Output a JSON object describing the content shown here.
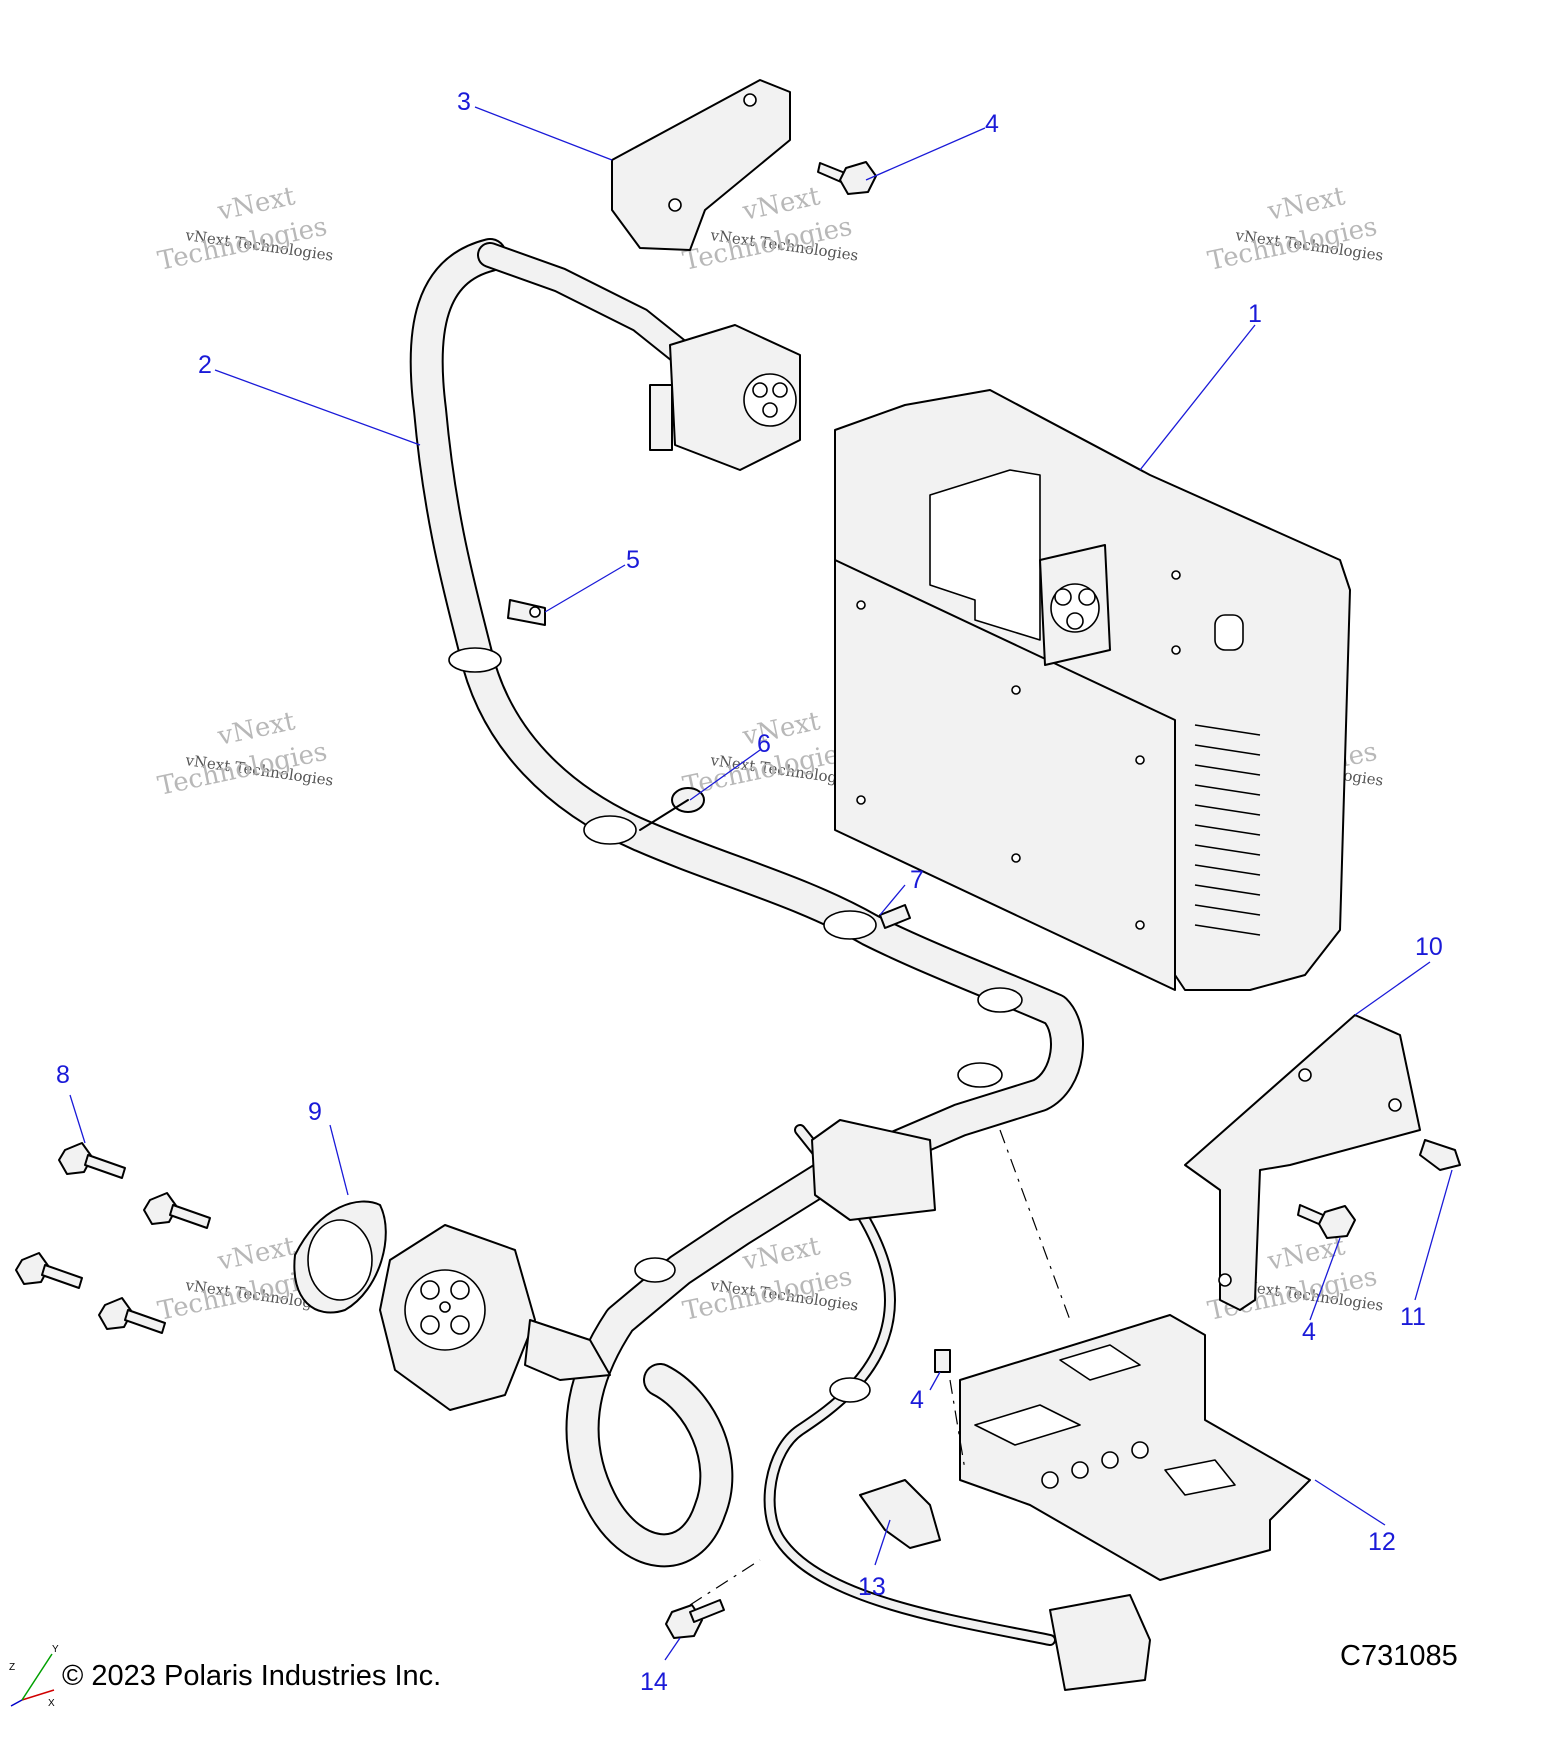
{
  "callouts": [
    {
      "id": "c1",
      "text": "1"
    },
    {
      "id": "c2",
      "text": "2"
    },
    {
      "id": "c3",
      "text": "3"
    },
    {
      "id": "c4a",
      "text": "4"
    },
    {
      "id": "c4b",
      "text": "4"
    },
    {
      "id": "c4c",
      "text": "4"
    },
    {
      "id": "c5",
      "text": "5"
    },
    {
      "id": "c6",
      "text": "6"
    },
    {
      "id": "c7",
      "text": "7"
    },
    {
      "id": "c8",
      "text": "8"
    },
    {
      "id": "c9",
      "text": "9"
    },
    {
      "id": "c10",
      "text": "10"
    },
    {
      "id": "c11",
      "text": "11"
    },
    {
      "id": "c12",
      "text": "12"
    },
    {
      "id": "c13",
      "text": "13"
    },
    {
      "id": "c14",
      "text": "14"
    }
  ],
  "watermark": {
    "line1": "vNext",
    "line2": "vNext Technologies",
    "line3": "Technologies"
  },
  "footer": {
    "copyright": "© 2023 Polaris Industries Inc.",
    "drawing_id": "C731085"
  },
  "axis": {
    "x": "X",
    "y": "Y",
    "z": "Z"
  },
  "colors": {
    "callout": "#1a1ad8",
    "part_fill": "#f2f2f2"
  }
}
